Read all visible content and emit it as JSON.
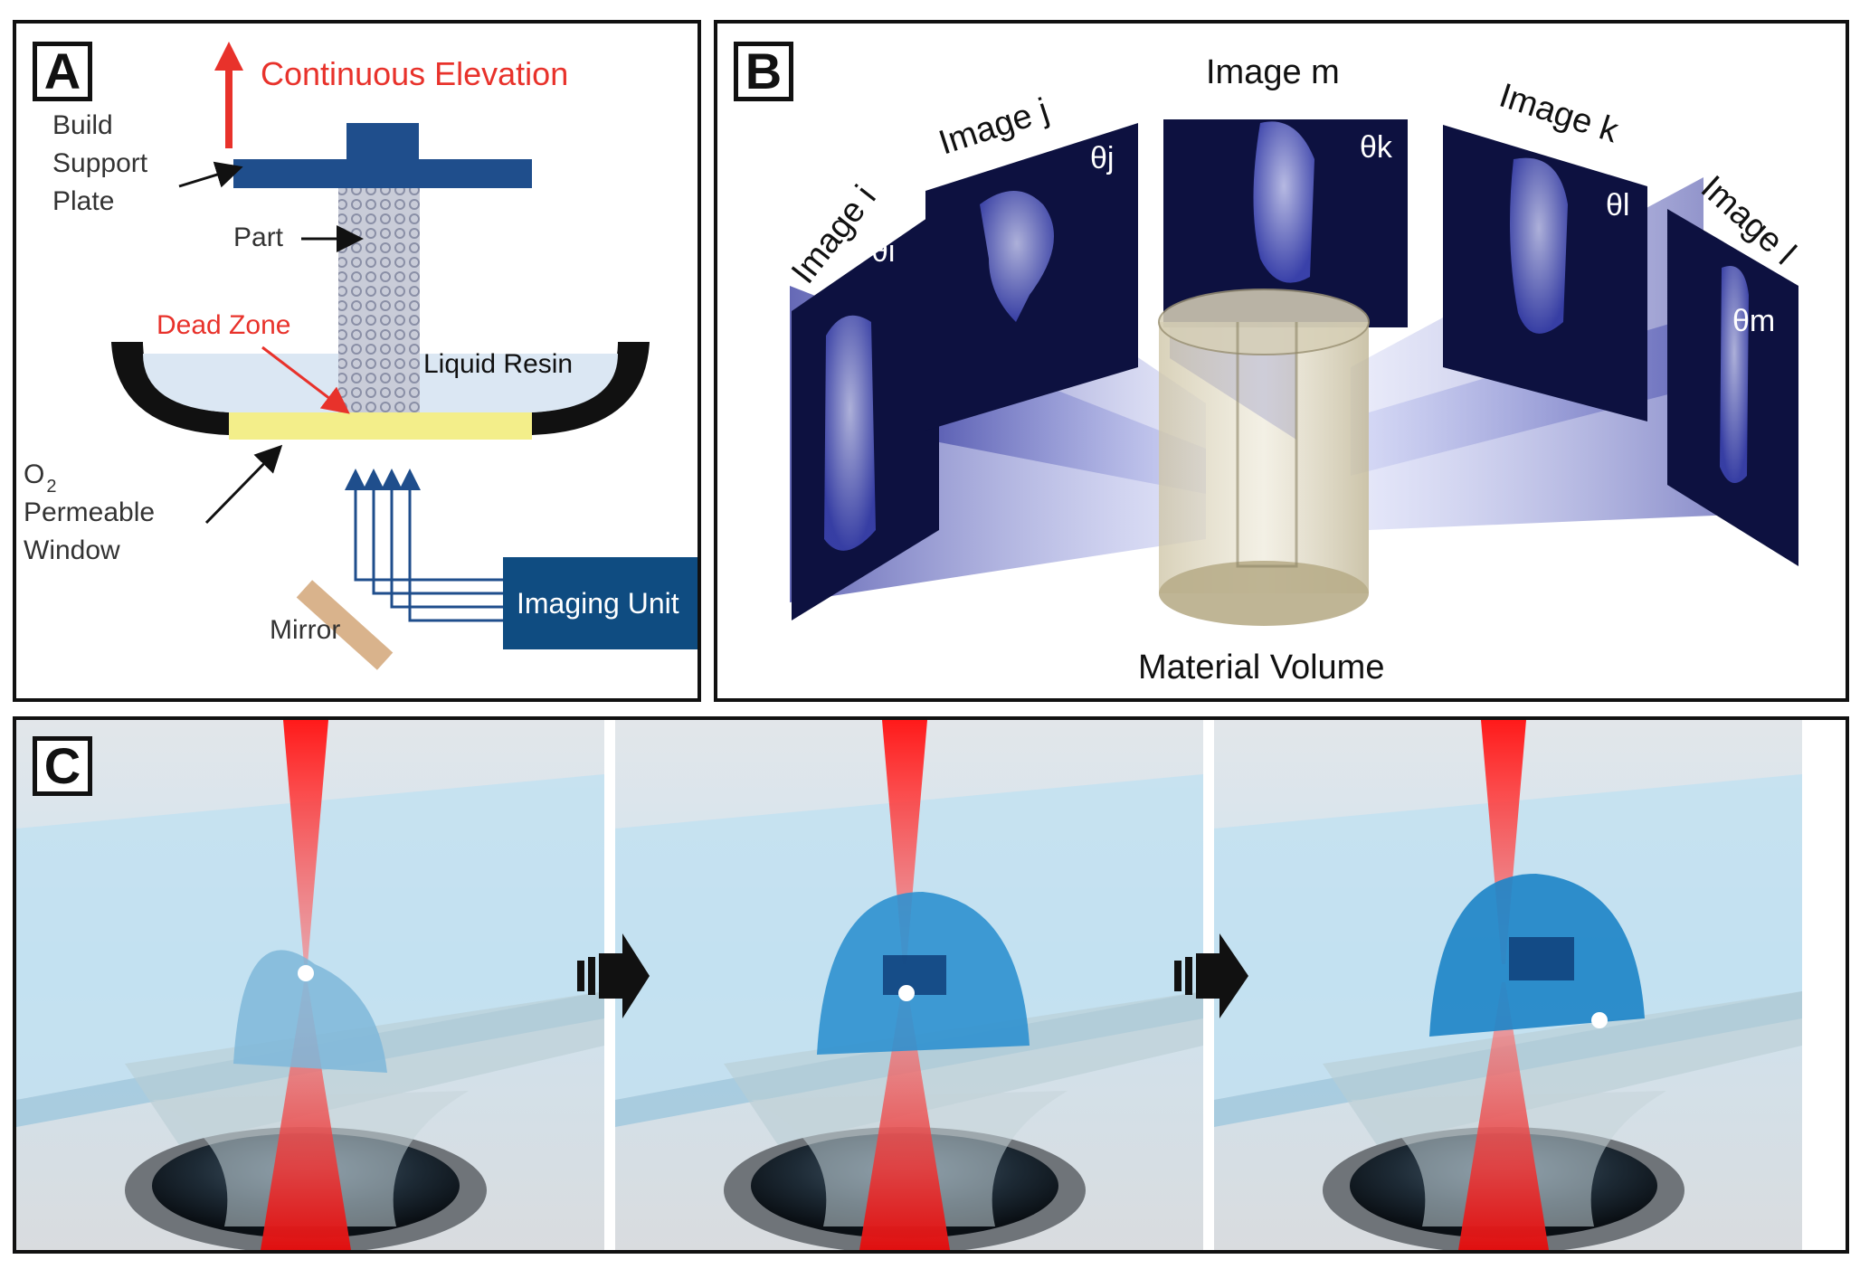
{
  "panels": [
    {
      "id": "A",
      "tag": "A",
      "labels": {
        "continuous_elevation": "Continuous Elevation",
        "build_support_plate": [
          "Build",
          "Support",
          "Plate"
        ],
        "part": "Part",
        "dead_zone": "Dead Zone",
        "liquid_resin": "Liquid Resin",
        "o2_main": "O",
        "o2_subscript": "2",
        "permeable": "Permeable",
        "window": "Window",
        "mirror": "Mirror",
        "imaging_unit": "Imaging Unit"
      }
    },
    {
      "id": "B",
      "tag": "B",
      "labels": {
        "image_i": "Image i",
        "image_j": "Image j",
        "image_m": "Image m",
        "image_k": "Image k",
        "image_l": "Image l",
        "theta_i": "θi",
        "theta_j": "θj",
        "theta_k": "θk",
        "theta_l": "θl",
        "theta_m": "θm",
        "material_volume": "Material Volume"
      }
    },
    {
      "id": "C",
      "tag": "C",
      "frames": 3,
      "arrows": 2
    }
  ],
  "colors": {
    "red_label": "#e8322b",
    "navy": "#1f4e8c",
    "imaging_box": "#0f4c81",
    "window_yellow": "#f3ee8a",
    "resin_blue": "#dbe7f3",
    "mirror_tan": "#d9b38c",
    "laser_red": "#ff2020",
    "image_panel": "#0d1140"
  }
}
